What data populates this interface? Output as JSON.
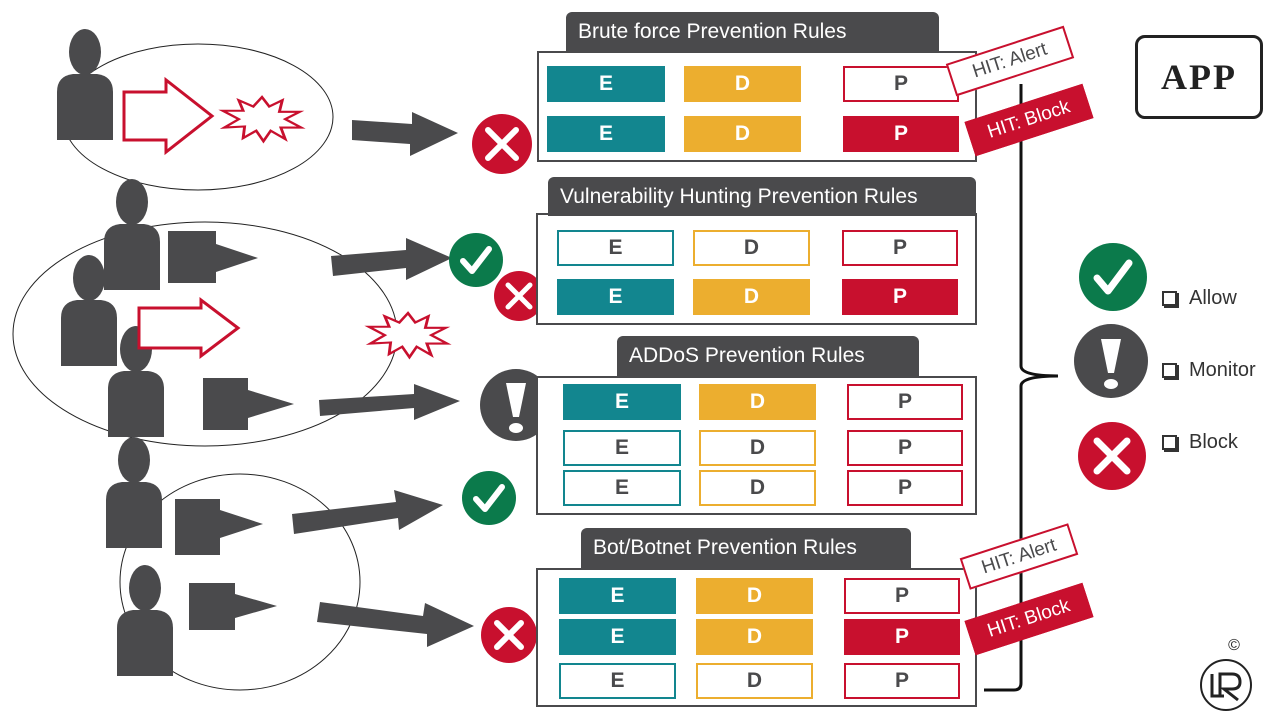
{
  "colors": {
    "teal": "#12868f",
    "yellow": "#ecae2f",
    "red": "#c8102e",
    "dark": "#4a4a4c",
    "green": "#0b7a4b"
  },
  "rule_groups": [
    {
      "title": "Brute force Prevention Rules",
      "rows": [
        {
          "cells": [
            {
              "text": "E",
              "style": "teal"
            },
            {
              "text": "D",
              "style": "yellow"
            },
            {
              "text": "P",
              "style": "red-outline"
            }
          ]
        },
        {
          "cells": [
            {
              "text": "E",
              "style": "teal"
            },
            {
              "text": "D",
              "style": "yellow"
            },
            {
              "text": "P",
              "style": "red"
            }
          ]
        }
      ],
      "tags": [
        {
          "text": "HIT: Alert",
          "style": "alert"
        },
        {
          "text": "HIT: Block",
          "style": "block"
        }
      ]
    },
    {
      "title": "Vulnerability Hunting Prevention  Rules",
      "rows": [
        {
          "cells": [
            {
              "text": "E",
              "style": "teal-outline"
            },
            {
              "text": "D",
              "style": "yellow-outline"
            },
            {
              "text": "P",
              "style": "red-outline"
            }
          ]
        },
        {
          "cells": [
            {
              "text": "E",
              "style": "teal"
            },
            {
              "text": "D",
              "style": "yellow"
            },
            {
              "text": "P",
              "style": "red"
            }
          ]
        }
      ],
      "tags": []
    },
    {
      "title": "ADDoS Prevention Rules",
      "rows": [
        {
          "cells": [
            {
              "text": "E",
              "style": "teal"
            },
            {
              "text": "D",
              "style": "yellow"
            },
            {
              "text": "P",
              "style": "red-outline"
            }
          ]
        },
        {
          "cells": [
            {
              "text": "E",
              "style": "teal-outline"
            },
            {
              "text": "D",
              "style": "yellow-outline"
            },
            {
              "text": "P",
              "style": "red-outline"
            }
          ]
        },
        {
          "cells": [
            {
              "text": "E",
              "style": "teal-outline"
            },
            {
              "text": "D",
              "style": "yellow-outline"
            },
            {
              "text": "P",
              "style": "red-outline"
            }
          ]
        }
      ],
      "tags": []
    },
    {
      "title": "Bot/Botnet Prevention Rules",
      "rows": [
        {
          "cells": [
            {
              "text": "E",
              "style": "teal"
            },
            {
              "text": "D",
              "style": "yellow"
            },
            {
              "text": "P",
              "style": "red-outline"
            }
          ]
        },
        {
          "cells": [
            {
              "text": "E",
              "style": "teal"
            },
            {
              "text": "D",
              "style": "yellow"
            },
            {
              "text": "P",
              "style": "red"
            }
          ]
        },
        {
          "cells": [
            {
              "text": "E",
              "style": "teal-outline"
            },
            {
              "text": "D",
              "style": "yellow-outline"
            },
            {
              "text": "P",
              "style": "red-outline"
            }
          ]
        }
      ],
      "tags": [
        {
          "text": "HIT: Alert",
          "style": "alert"
        },
        {
          "text": "HIT: Block",
          "style": "block"
        }
      ]
    }
  ],
  "legend": [
    {
      "icon": "check-circle-icon",
      "label": "Allow"
    },
    {
      "icon": "exclamation-circle-icon",
      "label": "Monitor"
    },
    {
      "icon": "x-circle-icon",
      "label": "Block"
    }
  ],
  "app_label": "APP",
  "copyright_symbol": "©",
  "logo_text": "LR"
}
